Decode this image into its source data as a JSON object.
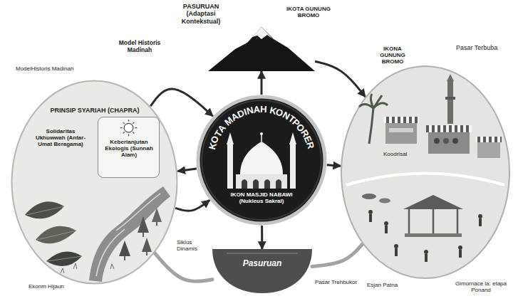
{
  "diagram": {
    "nodes": [
      {
        "text": [
          "PASURUAN (Adaptasi Kontekstual)"
        ]
      },
      {
        "text": [
          "PRINSIP SYARIAH (CHAPRA)"
        ]
      },
      {
        "text": [
          "Solidaritas Ukhuwwah (Antar-Umat Beragama)"
        ],
        "in": 1
      },
      {
        "text": [
          "Keberlanjutan Ekologis (Sunnah Alam)"
        ],
        "in": 1
      },
      {
        "text": [
          "KOTA MADINAH KONTPORER",
          "IKON MASJID NABAWI (Nukleus Sakral)"
        ]
      },
      {
        "text": [
          "Koodrisal"
        ]
      },
      {
        "text": [
          "Pasuruan"
        ]
      }
    ],
    "edges": [
      {
        "from": 1,
        "to": 4,
        "arrow": "to",
        "label": "Model Historis Madinah"
      },
      {
        "from": 4,
        "to": 0,
        "arrow": "to"
      },
      {
        "from": 4,
        "to": 1,
        "arrow": "to"
      },
      {
        "from": 4,
        "to": 5,
        "arrow": "to"
      },
      {
        "from": 4,
        "to": 6,
        "arrow": "to"
      },
      {
        "from": 0,
        "to": 5,
        "arrow": "to"
      },
      {
        "from": 1,
        "to": 4,
        "arrow": "to"
      },
      {
        "from": 1,
        "to": 6,
        "arrow": "none"
      },
      {
        "from": 6,
        "to": 5,
        "arrow": "none"
      }
    ],
    "labels": [
      "IKOTA GUNUNG BROMO",
      "ModelHistoris Madinah",
      "IKONA GUNUNG BROMO",
      "Pasar Terbuba",
      "Siklus Dinamis",
      "Ekonm Hijaun",
      "Pasar Trehbukor",
      "Esjan Patna",
      "Gimornace la: etapa Ponand"
    ]
  }
}
